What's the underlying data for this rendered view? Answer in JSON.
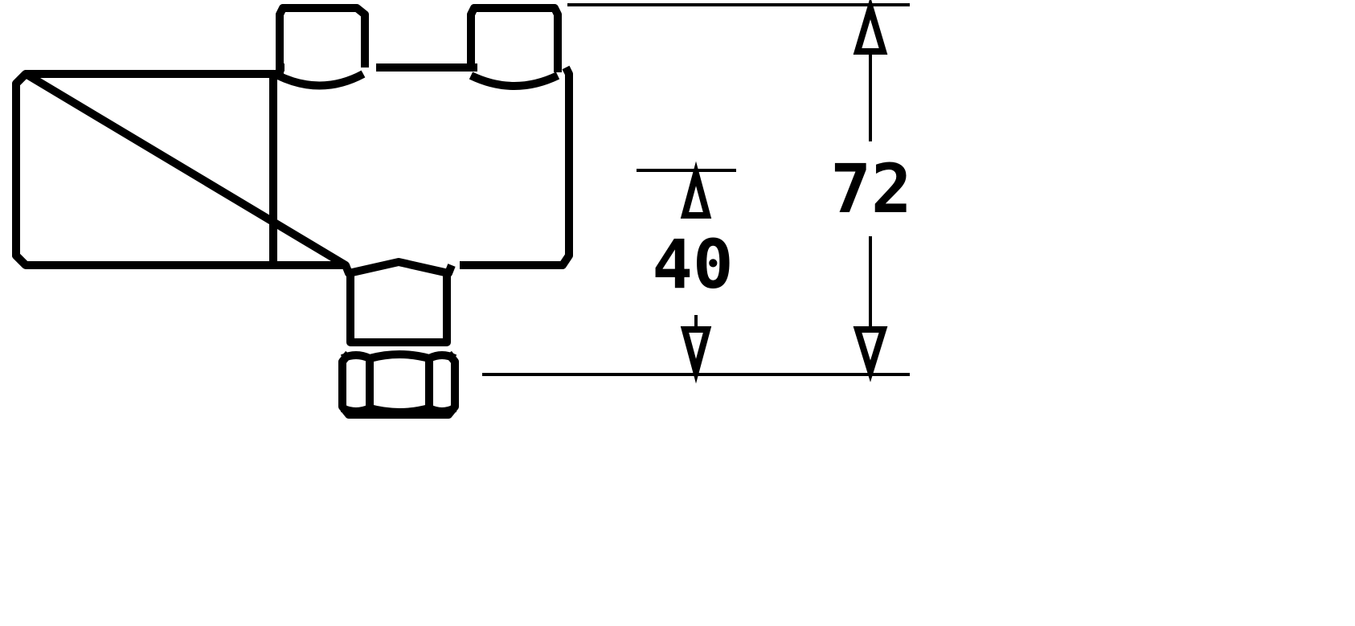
{
  "drawing": {
    "dimensions": [
      {
        "id": "overall-height",
        "label": "72"
      },
      {
        "id": "lower-height",
        "label": "40"
      }
    ],
    "colors": {
      "line": "#000000",
      "background": "#ffffff"
    }
  }
}
